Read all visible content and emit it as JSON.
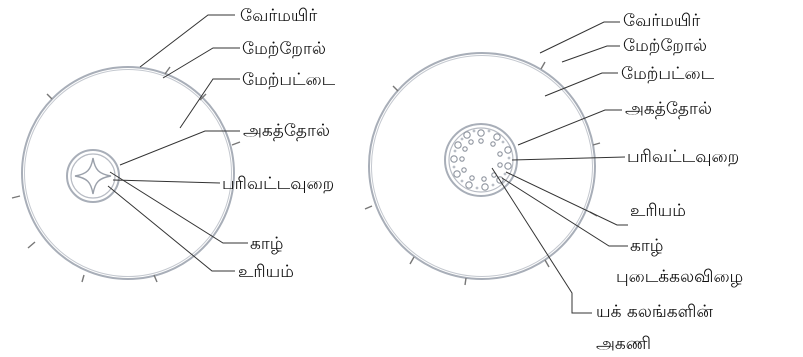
{
  "diagrams": [
    {
      "labels": {
        "root_hair": "வேர்மயிர்",
        "epidermis": "மேற்றோல்",
        "cortex": "மேற்பட்டை",
        "endodermis": "அகத்தோல்",
        "pericycle": "பரிவட்டவுறை",
        "xylem": "காழ்",
        "phloem": "உரியம்"
      }
    },
    {
      "labels": {
        "root_hair": "வேர்மயிர்",
        "epidermis": "மேற்றோல்",
        "cortex": "மேற்பட்டை",
        "endodermis": "அகத்தோல்",
        "pericycle": "பரிவட்டவுறை",
        "phloem": "உரியம்",
        "xylem": "காழ்",
        "pith_line1": "புடைக்கலவிழை",
        "pith_line2": "யக் கலங்களின்",
        "pith_line3": "அகணி"
      }
    }
  ],
  "colors": {
    "outline": "#a8aeb8",
    "leader": "#333333",
    "text": "#111111"
  }
}
